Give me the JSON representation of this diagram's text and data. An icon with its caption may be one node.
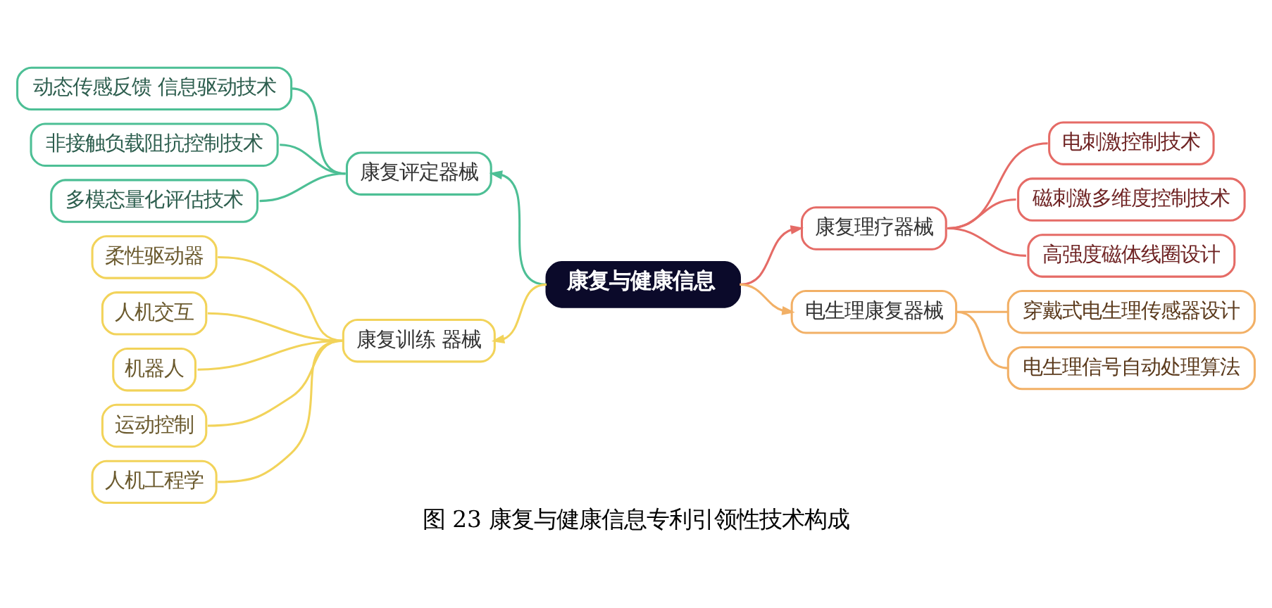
{
  "diagram": {
    "caption": "图 23 康复与健康信息专利引领性技术构成",
    "nodes": [
      {
        "text": [
          "康复与健康信息"
        ]
      },
      {
        "text": [
          "康复评定器械"
        ]
      },
      {
        "text": [
          "动态传感反馈 信息驱动技术"
        ]
      },
      {
        "text": [
          "非接触负载阻抗控制技术"
        ]
      },
      {
        "text": [
          "多模态量化评估技术"
        ]
      },
      {
        "text": [
          "康复训练 器械"
        ]
      },
      {
        "text": [
          "柔性驱动器"
        ]
      },
      {
        "text": [
          "人机交互"
        ]
      },
      {
        "text": [
          "机器人"
        ]
      },
      {
        "text": [
          "运动控制"
        ]
      },
      {
        "text": [
          "人机工程学"
        ]
      },
      {
        "text": [
          "康复理疗器械"
        ]
      },
      {
        "text": [
          "电刺激控制技术"
        ]
      },
      {
        "text": [
          "磁刺激多维度控制技术"
        ]
      },
      {
        "text": [
          "高强度磁体线圈设计"
        ]
      },
      {
        "text": [
          "电生理康复器械"
        ]
      },
      {
        "text": [
          "穿戴式电生理传感器设计"
        ]
      },
      {
        "text": [
          "电生理信号自动处理算法"
        ]
      }
    ],
    "edges": [
      {
        "from": 0,
        "to": 1,
        "arrow": "to",
        "color": "#4dbf95"
      },
      {
        "from": 1,
        "to": 2,
        "arrow": "none",
        "color": "#4dbf95"
      },
      {
        "from": 1,
        "to": 3,
        "arrow": "none",
        "color": "#4dbf95"
      },
      {
        "from": 1,
        "to": 4,
        "arrow": "none",
        "color": "#4dbf95"
      },
      {
        "from": 0,
        "to": 5,
        "arrow": "to"
      },
      {
        "from": 5,
        "to": 6,
        "arrow": "none"
      },
      {
        "from": 5,
        "to": 7,
        "arrow": "none"
      },
      {
        "from": 5,
        "to": 8,
        "arrow": "none"
      },
      {
        "from": 5,
        "to": 9,
        "arrow": "none"
      },
      {
        "from": 5,
        "to": 10,
        "arrow": "none"
      },
      {
        "from": 0,
        "to": 11,
        "arrow": "to",
        "color": "#e56b66"
      },
      {
        "from": 11,
        "to": 12,
        "arrow": "none",
        "color": "#e56b66"
      },
      {
        "from": 11,
        "to": 13,
        "arrow": "none",
        "color": "#e56b66"
      },
      {
        "from": 11,
        "to": 14,
        "arrow": "none",
        "color": "#e56b66"
      },
      {
        "from": 0,
        "to": 15,
        "arrow": "to",
        "color": "#f2b066"
      },
      {
        "from": 15,
        "to": 16,
        "arrow": "none",
        "color": "#f2b066"
      },
      {
        "from": 15,
        "to": 17,
        "arrow": "none",
        "color": "#f2b066"
      }
    ]
  }
}
